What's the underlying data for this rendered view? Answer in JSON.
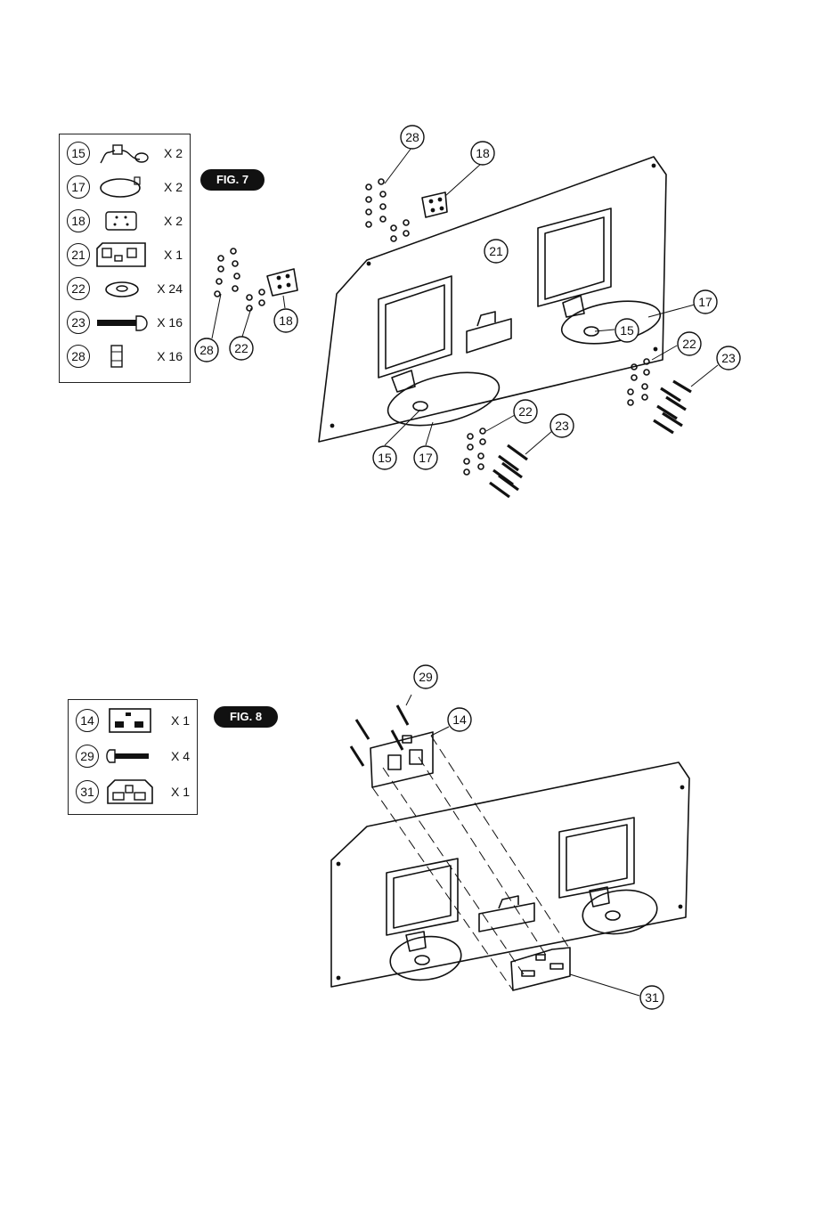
{
  "fig7": {
    "badge": "FIG. 7",
    "parts": [
      {
        "num": "15",
        "icon": "sensor-cable-icon",
        "qty": "X 2"
      },
      {
        "num": "17",
        "icon": "ring-bracket-icon",
        "qty": "X 2"
      },
      {
        "num": "18",
        "icon": "plate-icon",
        "qty": "X 2"
      },
      {
        "num": "21",
        "icon": "panel-icon",
        "qty": "X 1"
      },
      {
        "num": "22",
        "icon": "washer-icon",
        "qty": "X 24"
      },
      {
        "num": "23",
        "icon": "bolt-icon",
        "qty": "X 16"
      },
      {
        "num": "28",
        "icon": "nut-icon",
        "qty": "X 16"
      }
    ],
    "callouts": [
      "28",
      "18",
      "21",
      "17",
      "15",
      "22",
      "23",
      "22",
      "23",
      "15",
      "17",
      "28",
      "22",
      "18"
    ]
  },
  "fig8": {
    "badge": "FIG. 8",
    "parts": [
      {
        "num": "14",
        "icon": "power-socket-icon",
        "qty": "X 1"
      },
      {
        "num": "29",
        "icon": "screw-icon",
        "qty": "X 4"
      },
      {
        "num": "31",
        "icon": "switch-panel-icon",
        "qty": "X 1"
      }
    ],
    "callouts": [
      "29",
      "14",
      "31"
    ]
  }
}
